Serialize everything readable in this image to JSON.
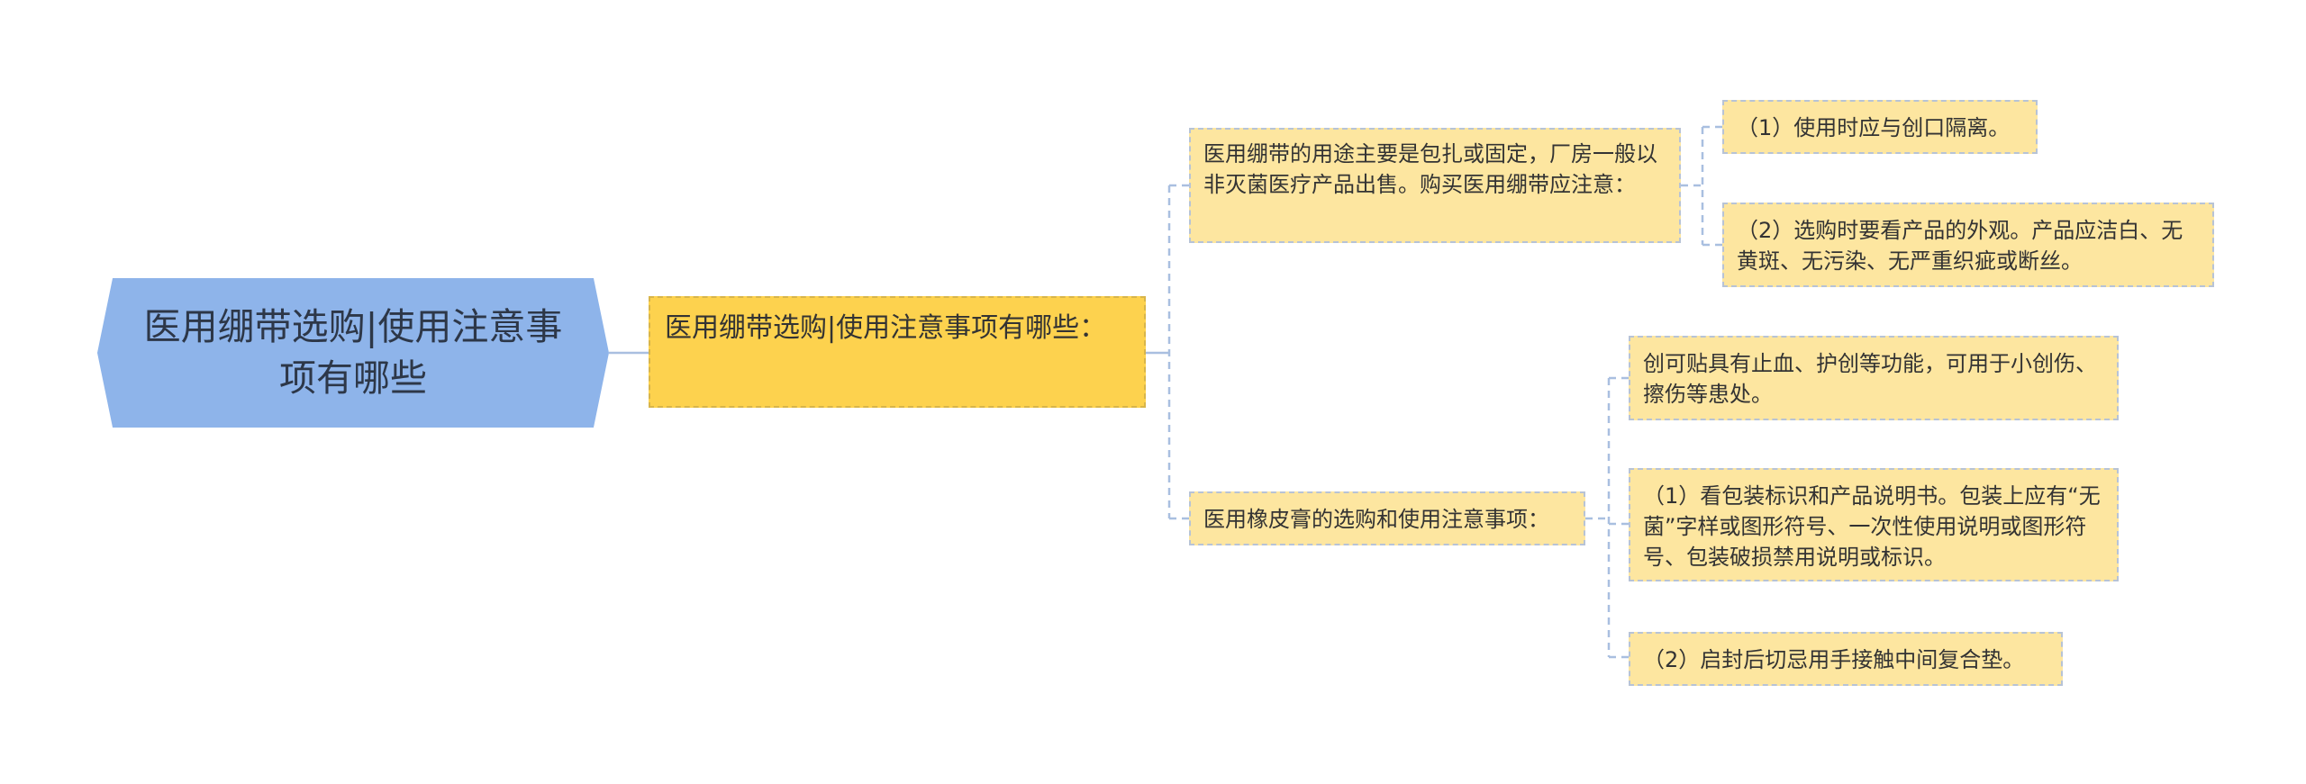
{
  "root": {
    "title": "医用绷带选购|使用注意事项有哪些"
  },
  "branch": {
    "title": "医用绷带选购|使用注意事项有哪些："
  },
  "groups": [
    {
      "title": "医用绷带的用途主要是包扎或固定，厂房一般以非灭菌医疗产品出售。购买医用绷带应注意：",
      "items": [
        "（1）使用时应与创口隔离。",
        "（2）选购时要看产品的外观。产品应洁白、无黄斑、无污染、无严重织疵或断丝。"
      ]
    },
    {
      "title": "医用橡皮膏的选购和使用注意事项：",
      "items": [
        "创可贴具有止血、护创等功能，可用于小创伤、擦伤等患处。",
        "（1）看包装标识和产品说明书。包装上应有“无菌”字样或图形符号、一次性使用说明或图形符号、包装破损禁用说明或标识。",
        "（2）启封后切忌用手接触中间复合垫。"
      ]
    }
  ],
  "colors": {
    "root_fill": "#8eb4ea",
    "branch_fill": "#fdd24e",
    "leaf_fill": "#fde6a0",
    "connector": "#a9bfe0"
  }
}
